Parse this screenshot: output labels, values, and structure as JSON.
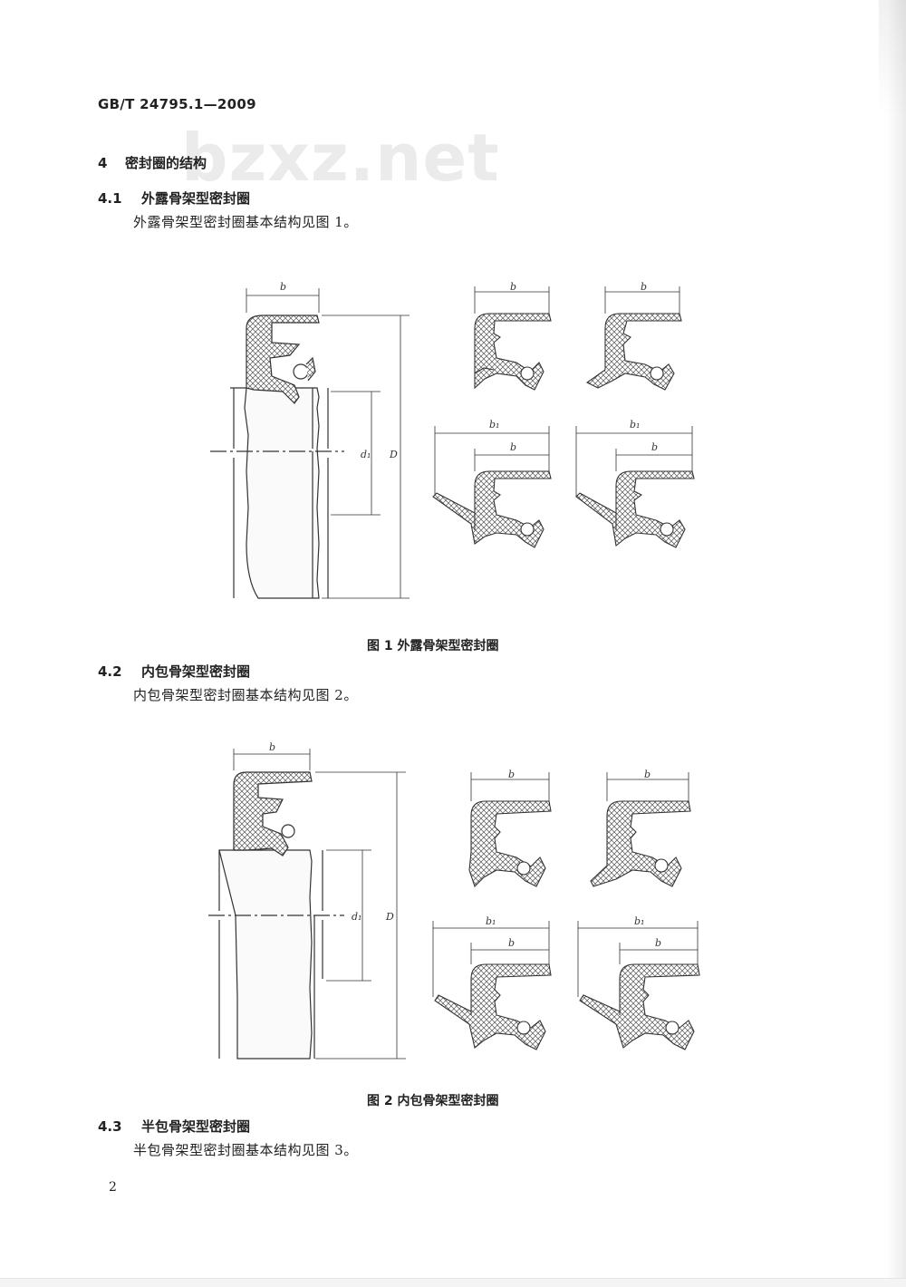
{
  "header": {
    "standard_no": "GB/T 24795.1—2009"
  },
  "watermark": "bzxz.net",
  "section": {
    "number": "4",
    "title": "密封圈的结构"
  },
  "sub1": {
    "number": "4.1",
    "title": "外露骨架型密封圈",
    "text": "外露骨架型密封圈基本结构见图 1。"
  },
  "fig1": {
    "caption": "图 1   外露骨架型密封圈"
  },
  "sub2": {
    "number": "4.2",
    "title": "内包骨架型密封圈",
    "text": "内包骨架型密封圈基本结构见图 2。"
  },
  "fig2": {
    "caption": "图 2   内包骨架型密封圈"
  },
  "sub3": {
    "number": "4.3",
    "title": "半包骨架型密封圈",
    "text": "半包骨架型密封圈基本结构见图 3。"
  },
  "dims": {
    "b": "b",
    "b1": "b₁",
    "d1": "d₁",
    "D": "D"
  },
  "footer": {
    "page_number": "2"
  }
}
